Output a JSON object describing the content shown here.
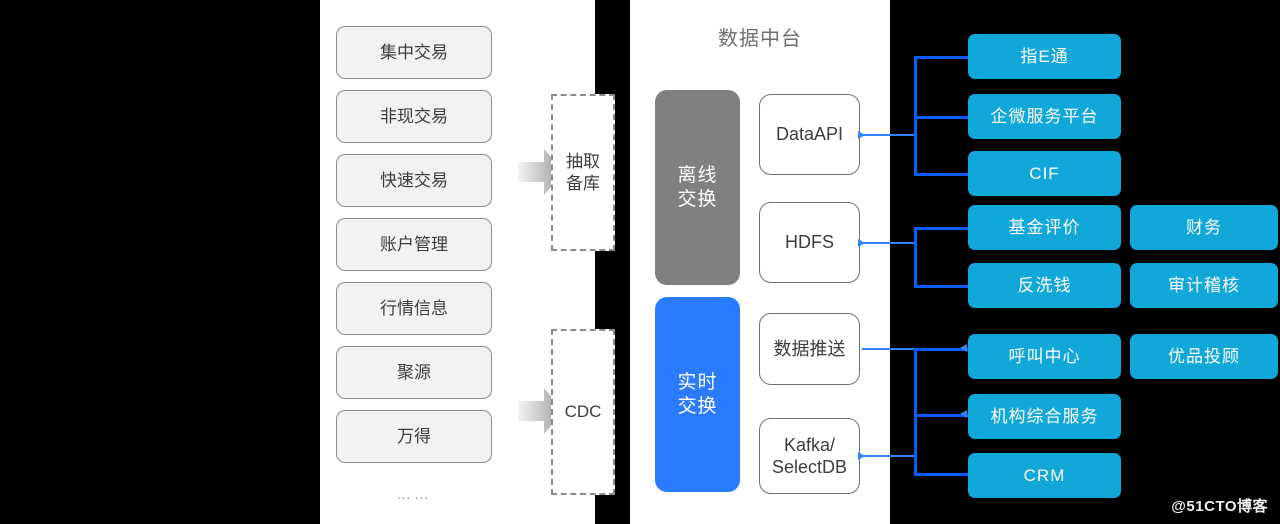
{
  "panels": {
    "sources_label": "business-systems",
    "platform": {
      "title": "数据中台"
    }
  },
  "sources": {
    "items": [
      {
        "label": "集中交易"
      },
      {
        "label": "非现交易"
      },
      {
        "label": "快速交易"
      },
      {
        "label": "账户管理"
      },
      {
        "label": "行情信息"
      },
      {
        "label": "聚源"
      },
      {
        "label": "万得"
      }
    ],
    "more": "……"
  },
  "capture": {
    "items": [
      {
        "name": "extract-standby-db",
        "line1": "抽取",
        "line2": "备库"
      },
      {
        "name": "cdc",
        "line1": "CDC",
        "line2": ""
      }
    ]
  },
  "platform": {
    "pillars": [
      {
        "name": "offline-exchange",
        "line1": "离线",
        "line2": "交换",
        "color": "#808080"
      },
      {
        "name": "realtime-exchange",
        "line1": "实时",
        "line2": "交换",
        "color": "#2a7bff"
      }
    ],
    "components": [
      {
        "name": "data-api",
        "line1": "DataAPI",
        "line2": ""
      },
      {
        "name": "hdfs",
        "line1": "HDFS",
        "line2": ""
      },
      {
        "name": "data-push",
        "line1": "数据推送",
        "line2": ""
      },
      {
        "name": "kafka-selectdb",
        "line1": "Kafka/",
        "line2": "SelectDB"
      }
    ]
  },
  "applications": {
    "group_dataapi": [
      {
        "label": "指E通"
      },
      {
        "label": "企微服务平台"
      },
      {
        "label": "CIF"
      }
    ],
    "group_hdfs": [
      {
        "label": "基金评价"
      },
      {
        "label": "反洗钱"
      }
    ],
    "group_hdfs_second_column": [
      {
        "label": "财务"
      },
      {
        "label": "审计稽核"
      }
    ],
    "group_realtime": [
      {
        "label": "呼叫中心"
      },
      {
        "label": "机构综合服务"
      },
      {
        "label": "CRM"
      }
    ],
    "group_realtime_second_column": [
      {
        "label": "优品投顾"
      }
    ]
  },
  "colors": {
    "app_blue": "#12a7d9",
    "realtime_blue": "#2a7bff",
    "offline_gray": "#808080",
    "connector_blue": "#0b5cff",
    "feed_blue": "#2f86ff",
    "source_fill": "#f2f2f2"
  },
  "watermark": {
    "text": "@51CTO博客"
  }
}
